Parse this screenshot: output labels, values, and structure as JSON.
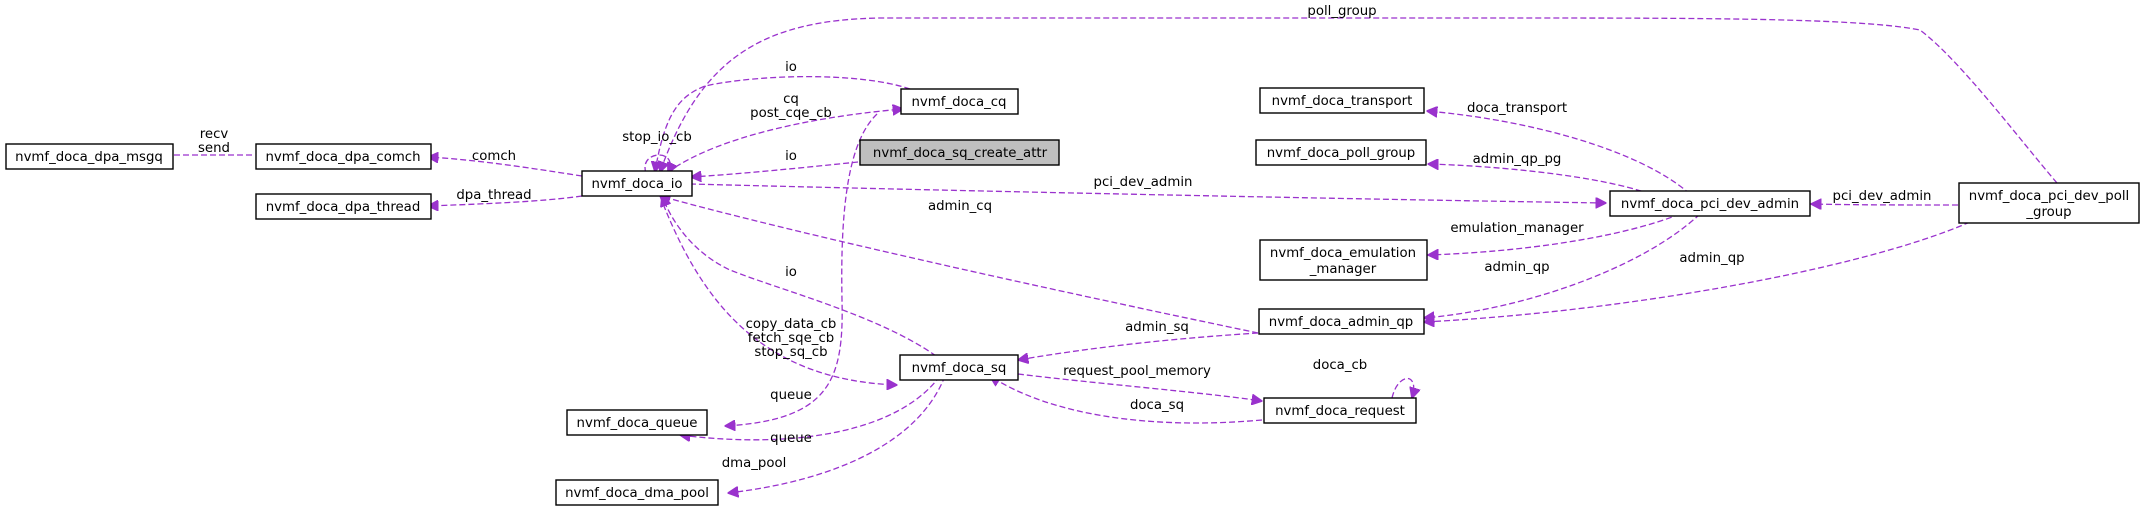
{
  "diagram": {
    "colors": {
      "edge": "#9a32cd",
      "node_border": "#000000",
      "node_fill": "#ffffff",
      "highlight_fill": "#bfbfbf"
    },
    "nodes": {
      "dpa_msgq": "nvmf_doca_dpa_msgq",
      "dpa_comch": "nvmf_doca_dpa_comch",
      "dpa_thread": "nvmf_doca_dpa_thread",
      "io": "nvmf_doca_io",
      "cq": "nvmf_doca_cq",
      "sq_create_attr": "nvmf_doca_sq_create_attr",
      "queue": "nvmf_doca_queue",
      "dma_pool": "nvmf_doca_dma_pool",
      "sq": "nvmf_doca_sq",
      "request": "nvmf_doca_request",
      "transport": "nvmf_doca_transport",
      "poll_group": "nvmf_doca_poll_group",
      "emulation_manager_1": "nvmf_doca_emulation",
      "emulation_manager_2": "_manager",
      "admin_qp": "nvmf_doca_admin_qp",
      "pci_dev_admin": "nvmf_doca_pci_dev_admin",
      "pci_dev_poll_group_1": "nvmf_doca_pci_dev_poll",
      "pci_dev_poll_group_2": "_group"
    },
    "edge_labels": {
      "recv": "recv",
      "send": "send",
      "comch": "comch",
      "dpa_thread": "dpa_thread",
      "stop_io_cb": "stop_io_cb",
      "io_from_cq": "io",
      "cq": "cq",
      "post_cqe_cb": "post_cqe_cb",
      "io_from_attr": "io",
      "io_from_sq": "io",
      "poll_group": "poll_group",
      "pci_dev_admin_io": "pci_dev_admin",
      "admin_cq": "admin_cq",
      "copy_data_cb": "copy_data_cb",
      "fetch_sqe_cb": "fetch_sqe_cb",
      "stop_sq_cb": "stop_sq_cb",
      "queue_from_cq": "queue",
      "queue_from_sq": "queue",
      "dma_pool": "dma_pool",
      "admin_sq": "admin_sq",
      "request_pool_memory": "request_pool_memory",
      "doca_sq": "doca_sq",
      "doca_cb": "doca_cb",
      "doca_transport": "doca_transport",
      "admin_qp_pg": "admin_qp_pg",
      "emulation_manager": "emulation_manager",
      "admin_qp_1": "admin_qp",
      "admin_qp_2": "admin_qp",
      "pci_dev_admin_pg": "pci_dev_admin"
    }
  }
}
